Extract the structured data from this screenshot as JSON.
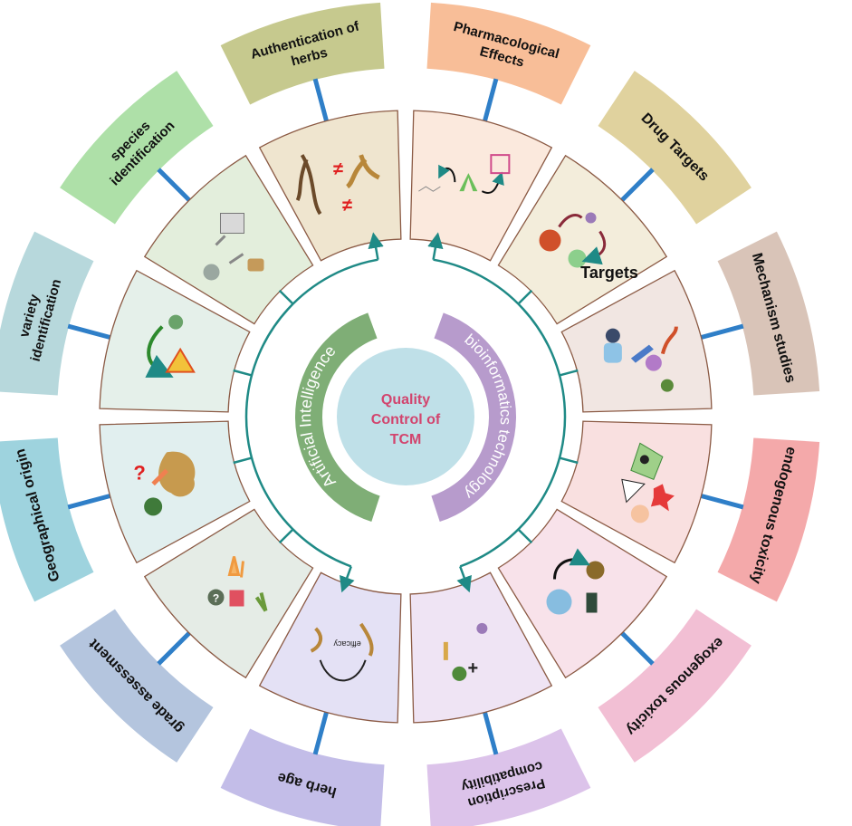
{
  "center": {
    "lines": [
      "Quality",
      "Control of",
      "TCM"
    ]
  },
  "inner_left": {
    "label": "Artificial Intelligence",
    "color": "#7fae76"
  },
  "inner_right": {
    "label": "bioinformatics  technology",
    "color": "#b79bcc"
  },
  "targets_text": "Targets",
  "small_icon_labels": {
    "efficacy": "efficacy",
    "question": "?",
    "question2": "?",
    "neq": "≠"
  },
  "segments": [
    {
      "label": [
        "Authentication of",
        "herbs"
      ],
      "box": "#c6c98e",
      "panel": "#efe5cf",
      "bar": "#2f7fc8"
    },
    {
      "label": [
        "species",
        "identification"
      ],
      "box": "#aee0a8",
      "panel": "#e3eedc",
      "bar": "#2f7fc8"
    },
    {
      "label": [
        "variety",
        "identification"
      ],
      "box": "#b7d8dc",
      "panel": "#e5f0ea",
      "bar": "#2f7fc8"
    },
    {
      "label": [
        "Geographical origin"
      ],
      "box": "#9ed3de",
      "panel": "#e1efef",
      "bar": "#2f7fc8"
    },
    {
      "label": [
        "grade assessment"
      ],
      "box": "#b4c5de",
      "panel": "#e5ece6",
      "bar": "#2f7fc8"
    },
    {
      "label": [
        "herb age"
      ],
      "box": "#c3bde8",
      "panel": "#e4e1f5",
      "bar": "#2f7fc8"
    },
    {
      "label": [
        "Prescription",
        "compatibility"
      ],
      "box": "#dcc3ea",
      "panel": "#efe4f4",
      "bar": "#2f7fc8"
    },
    {
      "label": [
        "exogenous toxicity"
      ],
      "box": "#f2bfd4",
      "panel": "#f8e2ea",
      "bar": "#2f7fc8"
    },
    {
      "label": [
        "endogenous toxicity"
      ],
      "box": "#f4a9aa",
      "panel": "#f9e0e0",
      "bar": "#2f7fc8"
    },
    {
      "label": [
        "Mechanism studies"
      ],
      "box": "#d9c4b8",
      "panel": "#f1e6e2",
      "bar": "#2f7fc8"
    },
    {
      "label": [
        "Drug Targets"
      ],
      "box": "#e0d29e",
      "panel": "#f3eddb",
      "bar": "#2f7fc8"
    },
    {
      "label": [
        "Pharmacological",
        "Effects"
      ],
      "box": "#f8be98",
      "panel": "#fbe9dd",
      "bar": "#2f7fc8"
    }
  ],
  "colors": {
    "teal": "#1f8a86",
    "panel_stroke": "#8b5a44",
    "center_fill": "#bfe0e8"
  }
}
